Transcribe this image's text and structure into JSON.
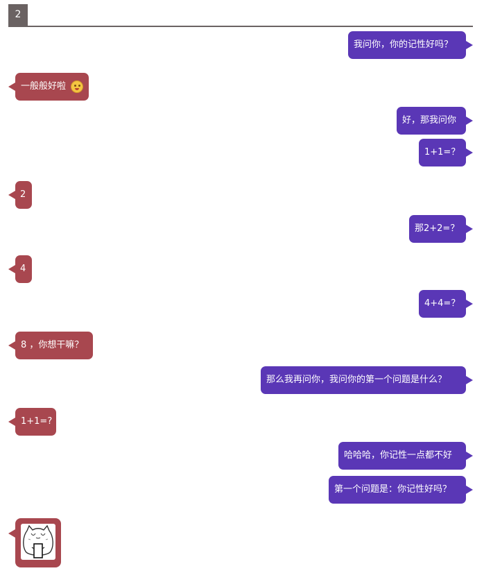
{
  "header": {
    "tab_label": "2"
  },
  "messages": [
    "我问你，你的记性好吗？",
    "一般般好啦",
    "好，那我问你",
    "1+1=？",
    "2",
    "那2+2=？",
    "4",
    "4+4=？",
    "8 ，你想干嘛？",
    "那么我再问你，我问你的第一个问题是什么？",
    "1+1=?",
    "哈哈哈，你记性一点都不好",
    "第一个问题是：你记性好吗？"
  ],
  "icons": {
    "emoji": "blushing-face-icon",
    "sticker": "cartoon-cat-sticker"
  },
  "colors": {
    "header": "#6a6262",
    "sent_bubble": "#5a37b6",
    "received_bubble": "#a8474f"
  }
}
